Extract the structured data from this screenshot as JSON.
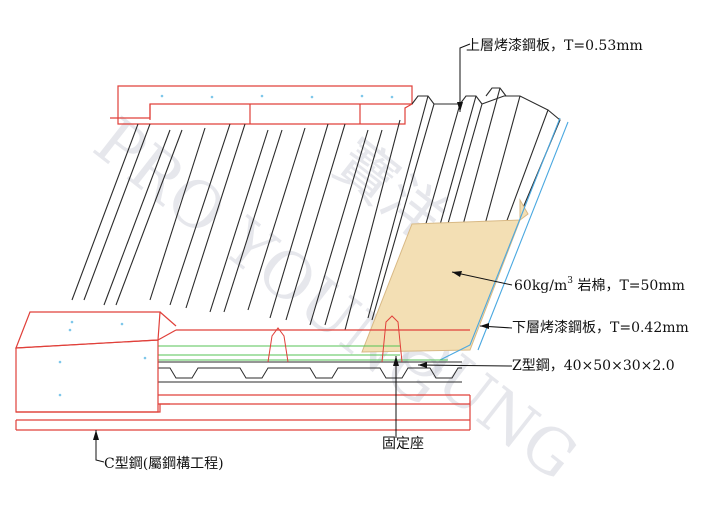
{
  "labels": {
    "upper_sheet": "上層烤漆鋼板，T=0.53mm",
    "rockwool_prefix": "60kg/m",
    "rockwool_sup": "3",
    "rockwool_suffix": "  岩棉，T=50mm",
    "lower_sheet": "下層烤漆鋼板，T=0.42mm",
    "z_steel": "Z型鋼，40×50×30×2.0",
    "fixing_seat": "固定座",
    "c_steel": "C型鋼(屬鋼構工程)"
  },
  "watermark": {
    "line1": "PRO YOUNG",
    "line2": "寶洋",
    "line3": "YOUNG"
  },
  "colors": {
    "outline": "#2b2b2b",
    "cut_section": "#e0403a",
    "insulation_fill": "#f3dfb4",
    "insulation_edge": "#d8b985",
    "lower_sheet_line": "#4aa8e0",
    "z_steel_line": "#54c354",
    "leader": "#111111"
  }
}
